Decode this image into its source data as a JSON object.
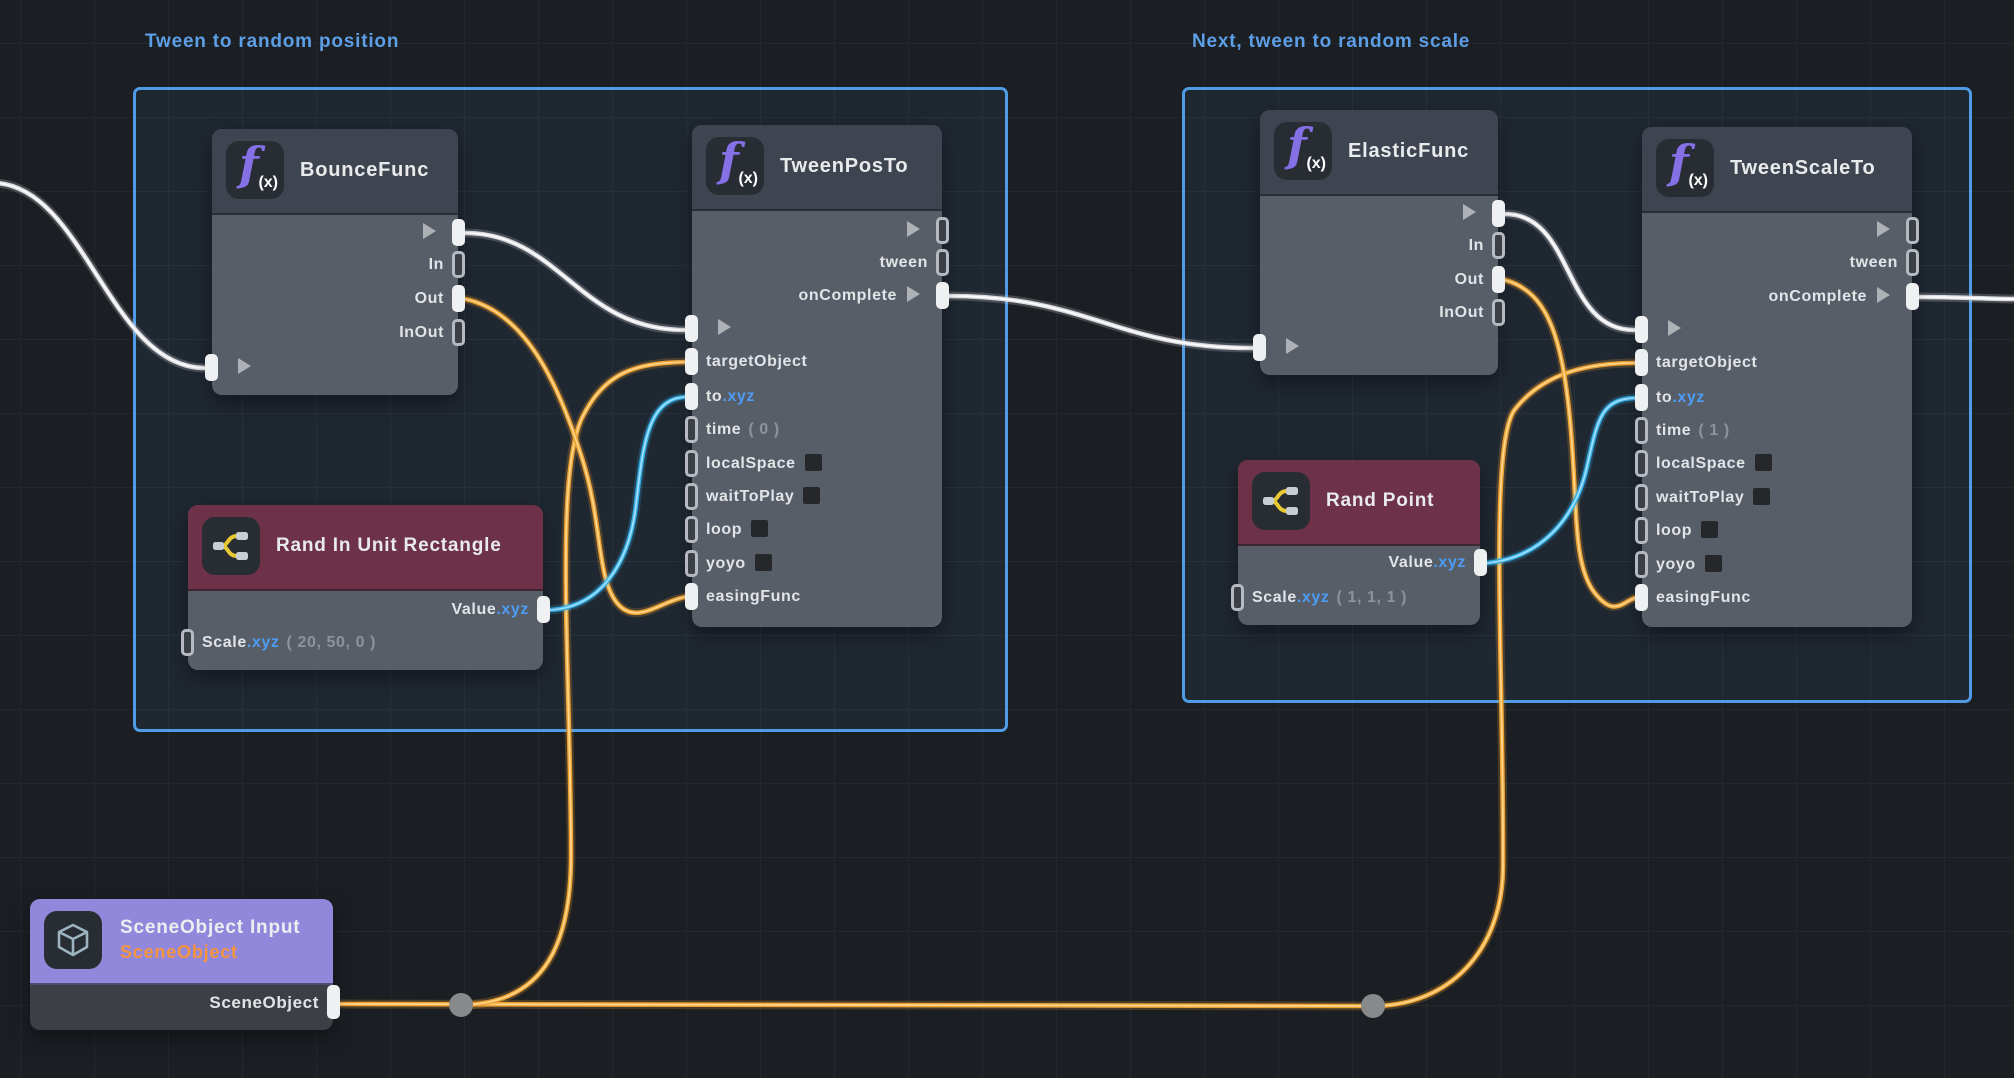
{
  "colors": {
    "background": "#1b1e23",
    "grid_line": "#24282e",
    "group_border": "#4f9be4",
    "group_title_text": "#5c9fe6",
    "node_body": "#575e67",
    "node_header": "#3f4550",
    "rand_header": "#6d3248",
    "input_header": "#9188dc",
    "input_body": "#3c4046",
    "fx_purple": "#8570e6",
    "xyz_blue": "#4d9cf6",
    "value_gray": "#8d939b",
    "subtitle_orange": "#f6933f",
    "wire_white": "#d9dbde",
    "wire_white_core": "#ffffff",
    "wire_orange": "#eca032",
    "wire_orange_core": "#ffd98f",
    "wire_cyan": "#34ade4",
    "wire_cyan_core": "#a6e1ff",
    "pin_connected": "#eef0f2",
    "junction": "#87898b",
    "checkbox": "#25272b"
  },
  "groups": {
    "g1": {
      "title": "Tween to random position"
    },
    "g2": {
      "title": "Next, tween to random scale"
    }
  },
  "icons": {
    "fx_main": "f",
    "fx_sub": "(x)"
  },
  "nodes": {
    "bounce": {
      "title": "BounceFunc",
      "ports": {
        "in": "In",
        "out": "Out",
        "inout": "InOut"
      }
    },
    "tweenPos": {
      "title": "TweenPosTo",
      "ports": {
        "tween": "tween",
        "onComplete": "onComplete",
        "targetObject": "targetObject",
        "to": "to",
        "to_suffix": ".xyz",
        "time": "time",
        "time_value": "( 0 )",
        "localSpace": "localSpace",
        "waitToPlay": "waitToPlay",
        "loop": "loop",
        "yoyo": "yoyo",
        "easingFunc": "easingFunc"
      }
    },
    "randRect": {
      "title": "Rand In Unit Rectangle",
      "ports": {
        "value": "Value",
        "value_suffix": ".xyz",
        "scale": "Scale",
        "scale_suffix": ".xyz",
        "scale_value": "( 20, 50, 0 )"
      }
    },
    "elastic": {
      "title": "ElasticFunc",
      "ports": {
        "in": "In",
        "out": "Out",
        "inout": "InOut"
      }
    },
    "tweenScale": {
      "title": "TweenScaleTo",
      "ports": {
        "tween": "tween",
        "onComplete": "onComplete",
        "targetObject": "targetObject",
        "to": "to",
        "to_suffix": ".xyz",
        "time": "time",
        "time_value": "( 1 )",
        "localSpace": "localSpace",
        "waitToPlay": "waitToPlay",
        "loop": "loop",
        "yoyo": "yoyo",
        "easingFunc": "easingFunc"
      }
    },
    "randPoint": {
      "title": "Rand Point",
      "ports": {
        "value": "Value",
        "value_suffix": ".xyz",
        "scale": "Scale",
        "scale_suffix": ".xyz",
        "scale_value": "( 1, 1, 1 )"
      }
    },
    "sceneInput": {
      "title": "SceneObject Input",
      "subtitle": "SceneObject",
      "ports": {
        "out": "SceneObject"
      }
    }
  }
}
